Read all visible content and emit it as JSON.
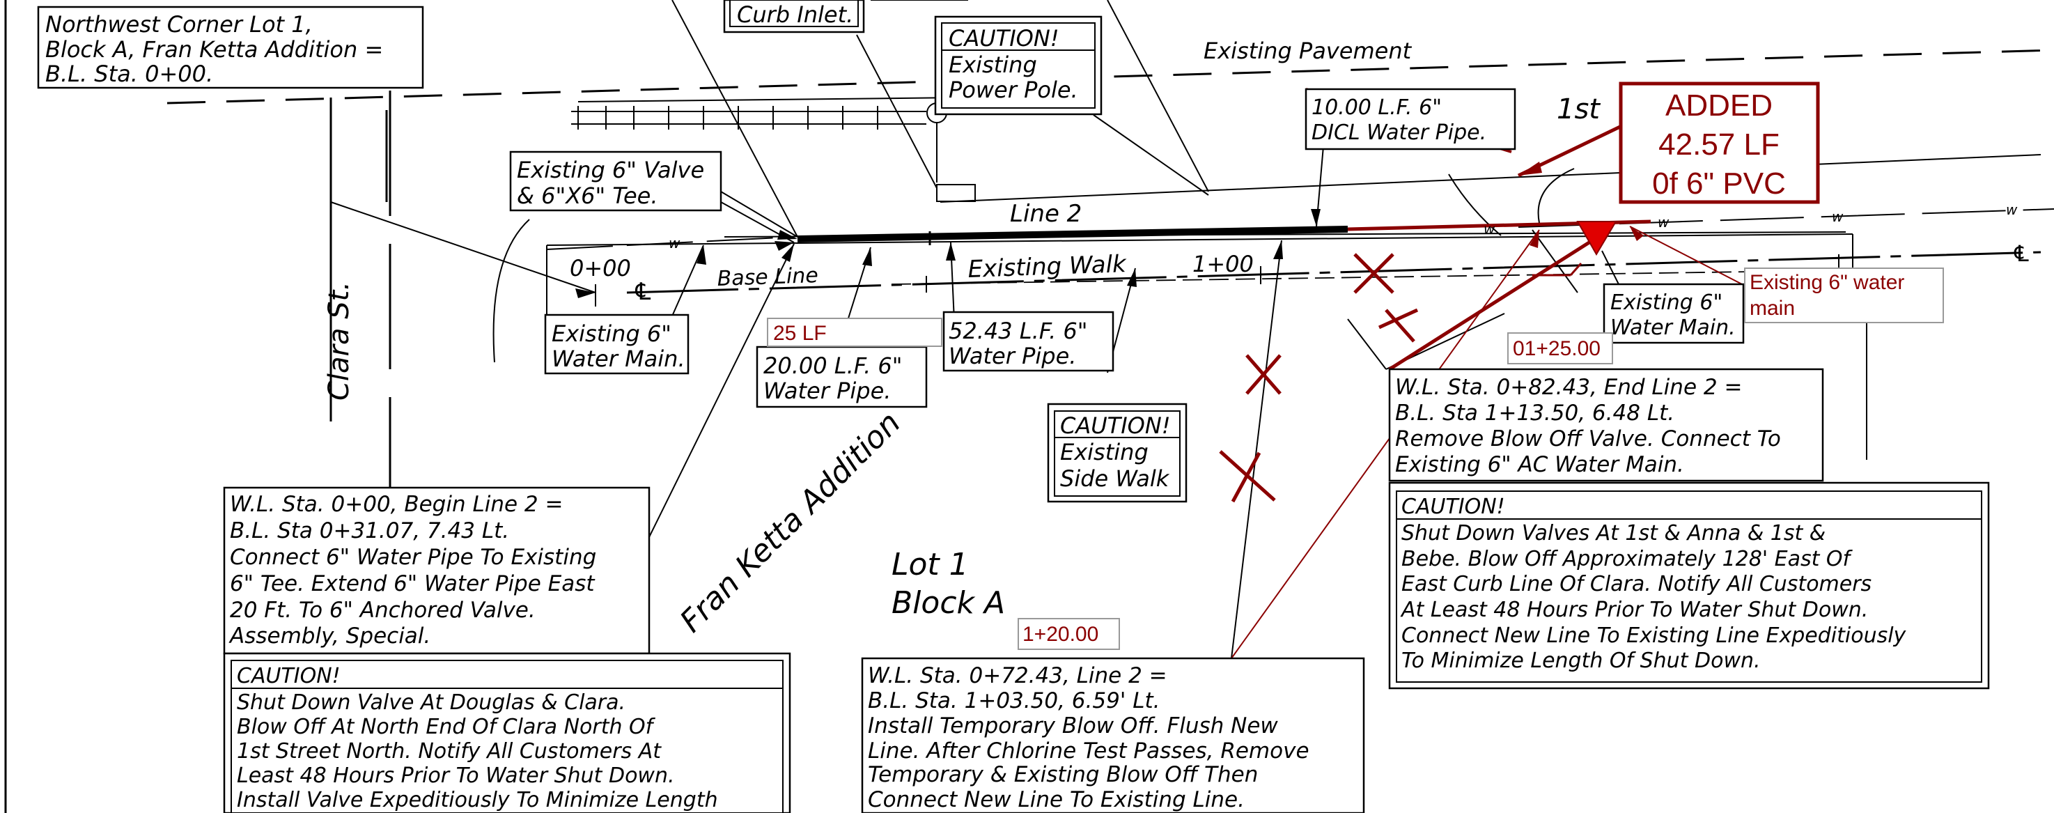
{
  "colors": {
    "ink": "#000000",
    "markup": "#8b0000",
    "background": "#ffffff",
    "note_box_border": "#999999"
  },
  "labels": {
    "existing_pavement": "Existing Pavement",
    "first_street": "1st",
    "clara_st": "Clara St.",
    "line2": "Line 2",
    "existing_walk": "Existing Walk",
    "base_line": "Base Line",
    "sta_0_00": "0+00",
    "sta_1_00": "1+00",
    "subdivision": "Fran Ketta Addition",
    "lot": "Lot 1",
    "block": "Block A",
    "w": "w",
    "cl": "℄"
  },
  "notes": {
    "northwest_corner": [
      "Northwest Corner Lot 1,",
      "Block A, Fran Ketta Addition =",
      "B.L. Sta. 0+00."
    ],
    "curb_inlet": "Curb Inlet.",
    "caution_power_pole": [
      "CAUTION!",
      "Existing",
      "Power Pole."
    ],
    "existing_valve_tee": [
      "Existing 6\" Valve",
      "& 6\"X6\" Tee."
    ],
    "dicl_pipe": [
      "10.00 L.F. 6\"",
      "DICL Water Pipe."
    ],
    "existing_main_left": [
      "Existing 6\"",
      "Water Main."
    ],
    "pipe_20lf": [
      "20.00 L.F. 6\"",
      "Water Pipe."
    ],
    "pipe_52lf": [
      "52.43 L.F. 6\"",
      "Water Pipe."
    ],
    "caution_sidewalk": [
      "CAUTION!",
      "Existing",
      "Side Walk"
    ],
    "existing_main_right": [
      "Existing 6\"",
      "Water Main."
    ],
    "end_line2": [
      "W.L. Sta. 0+82.43, End Line 2 =",
      "B.L. Sta 1+13.50, 6.48 Lt.",
      "Remove Blow Off Valve. Connect To",
      "Existing 6\" AC Water Main."
    ],
    "caution_anna": [
      "CAUTION!",
      "Shut Down Valves At 1st & Anna & 1st &",
      "Bebe. Blow Off Approximately 128' East Of",
      "East Curb Line Of Clara. Notify All Customers",
      "At Least 48 Hours Prior To Water Shut Down.",
      "Connect New Line To Existing Line Expeditiously",
      "To Minimize Length Of Shut Down."
    ],
    "begin_line2": [
      "W.L. Sta. 0+00, Begin Line 2 =",
      "B.L. Sta 0+31.07, 7.43 Lt.",
      "Connect 6\" Water Pipe To Existing",
      "6\" Tee. Extend 6\" Water Pipe East",
      "20 Ft. To 6\" Anchored Valve.",
      "Assembly, Special."
    ],
    "caution_douglas": [
      "CAUTION!",
      "Shut Down Valve At Douglas & Clara.",
      "Blow Off At North End Of Clara North Of",
      "1st Street North. Notify All Customers At",
      "Least 48 Hours Prior To Water Shut Down.",
      "Install Valve Expeditiously To Minimize Length"
    ],
    "temp_blowoff": [
      "W.L. Sta. 0+72.43, Line 2 =",
      "B.L. Sta. 1+03.50, 6.59' Lt.",
      "Install Temporary Blow Off. Flush New",
      "Line. After Chlorine Test Passes, Remove",
      "Temporary & Existing Blow Off Then",
      "Connect New Line To Existing Line."
    ]
  },
  "markups": {
    "added_box": [
      "ADDED",
      "42.57 LF",
      "0f 6\" PVC"
    ],
    "lf25": "25 LF",
    "sta_01_25": "01+25.00",
    "sta_1_20": "1+20.00",
    "existing_main_note": [
      "Existing 6\" water",
      "main"
    ]
  }
}
